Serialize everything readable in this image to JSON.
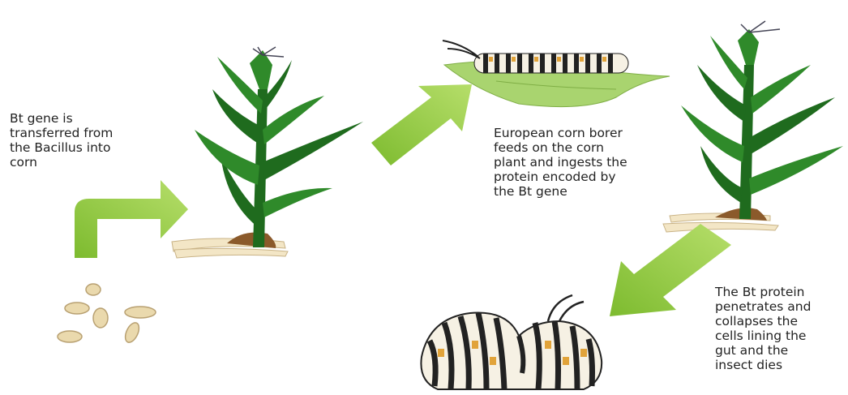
{
  "captions": {
    "step1": "Bt gene is\ntransferred from\nthe Bacillus into\ncorn",
    "step2": "European corn borer\nfeeds on the corn\nplant and ingests the\nprotein encoded by\nthe Bt gene",
    "step3": "The Bt protein\npenetrates and\ncollapses the\ncells lining the\ngut and the\ninsect dies"
  },
  "colors": {
    "arrow": "#8cc63f",
    "leaf_dark": "#1f6b1e",
    "leaf_mid": "#2f8a2a",
    "leaf_light": "#a9d46f",
    "seed": "#ead9ad",
    "soil": "#8b5a2b"
  }
}
